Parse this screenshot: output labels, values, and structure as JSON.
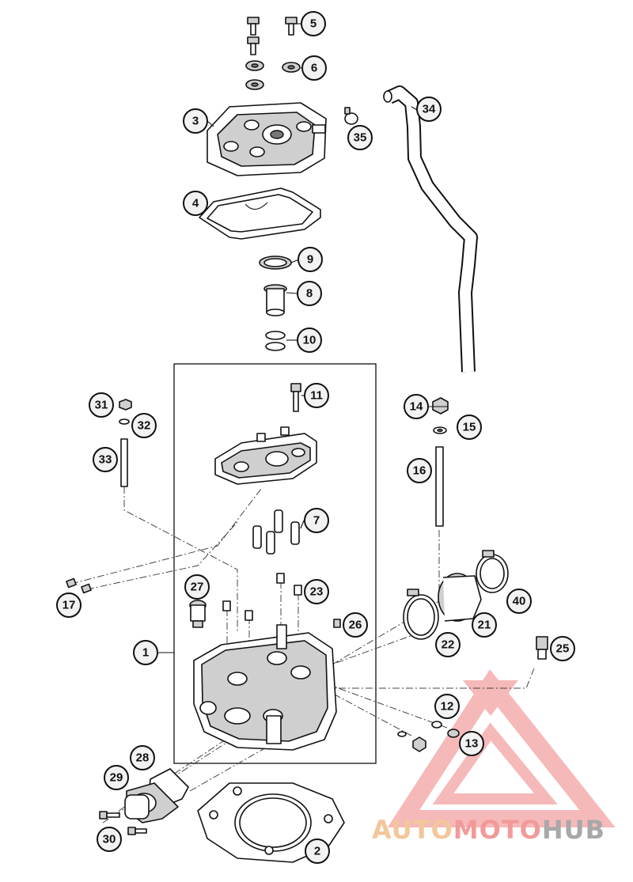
{
  "diagram": {
    "callouts": [
      "1",
      "2",
      "3",
      "4",
      "5",
      "6",
      "7",
      "8",
      "9",
      "10",
      "11",
      "12",
      "13",
      "14",
      "15",
      "16",
      "17",
      "21",
      "22",
      "23",
      "25",
      "26",
      "27",
      "28",
      "29",
      "30",
      "31",
      "32",
      "33",
      "34",
      "35",
      "40"
    ]
  },
  "watermark": {
    "part1": "AUTO",
    "part2": "MOTO",
    "part3": "HUB"
  }
}
